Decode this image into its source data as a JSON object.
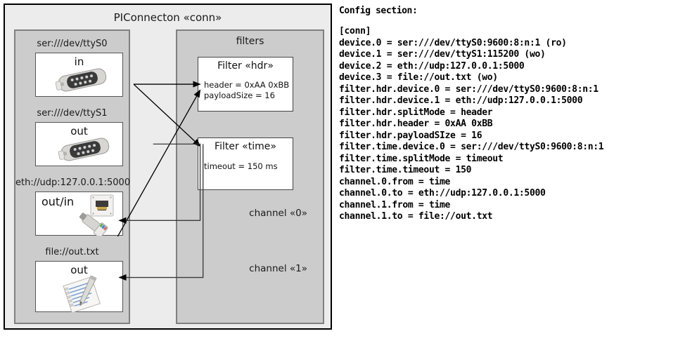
{
  "diagram": {
    "title": "PIConnecton «conn»",
    "devices_panel": {
      "title": "",
      "items": [
        {
          "label": "ser:///dev/ttyS0",
          "io": "in",
          "icon": "serial-port-icon"
        },
        {
          "label": "ser:///dev/ttyS1",
          "io": "out",
          "icon": "serial-port-icon"
        },
        {
          "label": "eth://udp:127.0.0.1:5000",
          "io": "out/in",
          "icon": "ethernet-jack-icon"
        },
        {
          "label": "file://out.txt",
          "io": "out",
          "icon": "text-file-icon"
        }
      ]
    },
    "filters_panel": {
      "title": "filters",
      "filters": [
        {
          "title": "Filter «hdr»",
          "attrs": [
            "header = 0xAA 0xBB",
            "payloadSize = 16"
          ]
        },
        {
          "title": "Filter «time»",
          "attrs": [
            "timeout = 150 ms"
          ]
        }
      ],
      "channels": [
        {
          "label": "channel «0»"
        },
        {
          "label": "channel «1»"
        }
      ]
    }
  },
  "config": {
    "heading": "Config section:",
    "lines": [
      "[conn]",
      "device.0 = ser:///dev/ttyS0:9600:8:n:1 (ro)",
      "device.1 = ser:///dev/ttyS1:115200 (wo)",
      "device.2 = eth://udp:127.0.0.1:5000",
      "device.3 = file://out.txt (wo)",
      "filter.hdr.device.0 = ser:///dev/ttyS0:9600:8:n:1",
      "filter.hdr.device.1 = eth://udp:127.0.0.1:5000",
      "filter.hdr.splitMode = header",
      "filter.hdr.header = 0xAA 0xBB",
      "filter.hdr.payloadSIze = 16",
      "filter.time.device.0 = ser:///dev/ttyS0:9600:8:n:1",
      "filter.time.splitMode = timeout",
      "filter.time.timeout = 150",
      "channel.0.from = time",
      "channel.0.to = eth://udp:127.0.0.1:5000",
      "channel.1.from = time",
      "channel.1.to = file://out.txt"
    ]
  },
  "colors": {
    "page_bg": "#ffffff",
    "frame_bg": "#ececec",
    "panel_bg": "#cccccc",
    "box_bg": "#ffffff",
    "stroke": "#000000"
  }
}
